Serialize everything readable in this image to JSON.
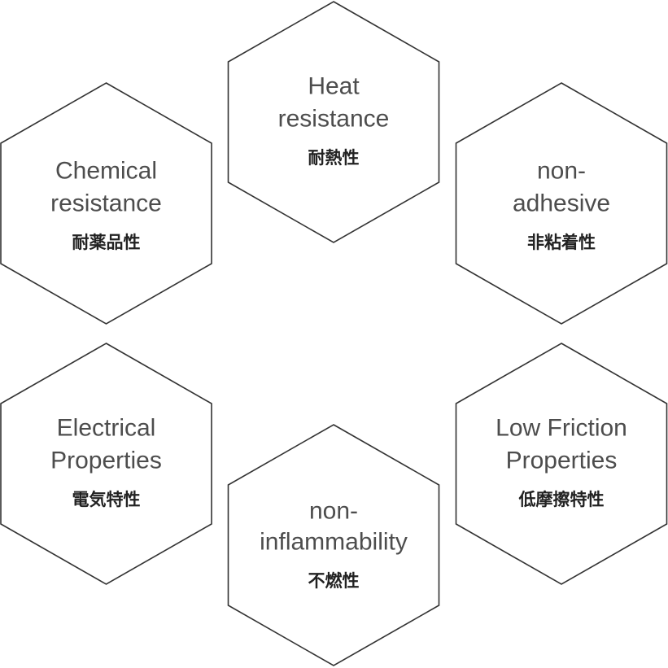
{
  "hexagons": [
    {
      "en_lines": [
        "Heat",
        "resistance"
      ],
      "ja": "耐熱性"
    },
    {
      "en_lines": [
        "Chemical",
        "resistance"
      ],
      "ja": "耐薬品性"
    },
    {
      "en_lines": [
        "non-",
        "adhesive"
      ],
      "ja": "非粘着性"
    },
    {
      "en_lines": [
        "Electrical",
        "Properties"
      ],
      "ja": "電気特性"
    },
    {
      "en_lines": [
        "Low Friction",
        "Properties"
      ],
      "ja": "低摩擦特性"
    },
    {
      "en_lines": [
        "non-",
        "inflammability"
      ],
      "ja": "不燃性"
    }
  ],
  "colors": {
    "background": "#ffffff",
    "stroke": "#333333",
    "text_en": "#4d4d4d",
    "text_ja": "#222222"
  }
}
